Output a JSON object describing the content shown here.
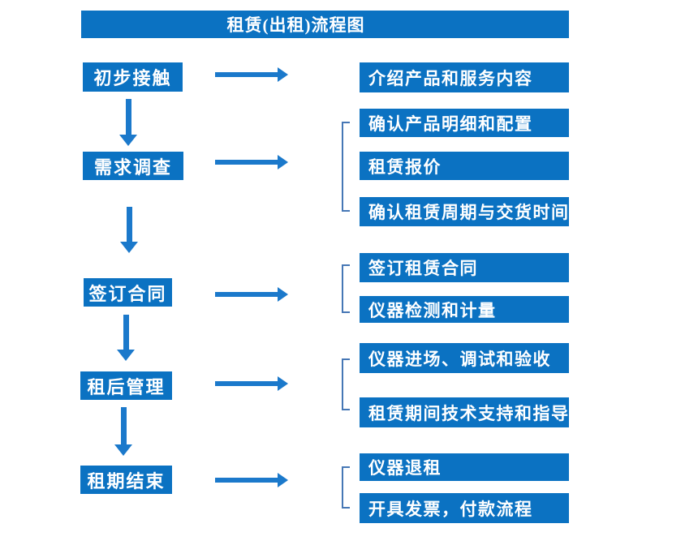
{
  "title": "租赁(出租)流程图",
  "colors": {
    "box": "#0b72c2",
    "arrow": "#1b79cb",
    "bracket": "#4677b5"
  },
  "flow": {
    "steps": [
      {
        "label": "初步接触",
        "details": [
          "介绍产品和服务内容"
        ]
      },
      {
        "label": "需求调查",
        "details": [
          "确认产品明细和配置",
          "租赁报价",
          "确认租赁周期与交货时间"
        ]
      },
      {
        "label": "签订合同",
        "details": [
          "签订租赁合同",
          "仪器检测和计量"
        ]
      },
      {
        "label": "租后管理",
        "details": [
          "仪器进场、调试和验收",
          "租赁期间技术支持和指导"
        ]
      },
      {
        "label": "租期结束",
        "details": [
          "仪器退租",
          "开具发票，付款流程"
        ]
      }
    ]
  }
}
